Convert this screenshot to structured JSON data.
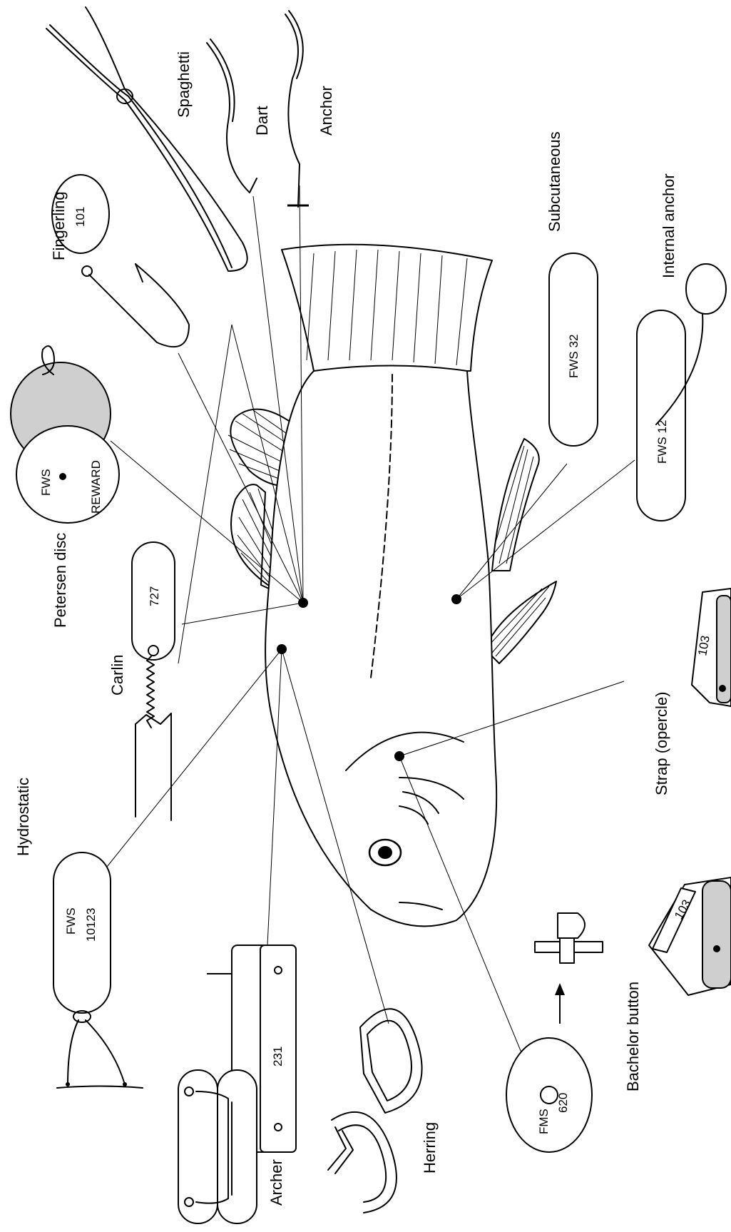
{
  "labels": {
    "spaghetti": "Spaghetti",
    "dart": "Dart",
    "anchor": "Anchor",
    "fingerling": "Fingerling",
    "subcutaneous": "Subcutaneous",
    "internal_anchor": "Internal anchor",
    "petersen_disc": "Petersen disc",
    "carlin": "Carlin",
    "hydrostatic": "Hydrostatic",
    "archer": "Archer",
    "herring": "Herring",
    "bachelor_button": "Bachelor button",
    "strap_opercle": "Strap (opercle)"
  },
  "tag_text": {
    "fingerling": "101",
    "petersen_fws": "FWS",
    "petersen_reward": "REWARD",
    "carlin": "727",
    "hydrostatic_fws": "FWS",
    "hydrostatic_num": "10123",
    "archer_num": "231",
    "subcutaneous": "FWS 32",
    "internal_anchor": "FWS 12",
    "bachelor_fms": "FMS",
    "bachelor_num": "620",
    "strap_1": "103",
    "strap_2": "103"
  }
}
